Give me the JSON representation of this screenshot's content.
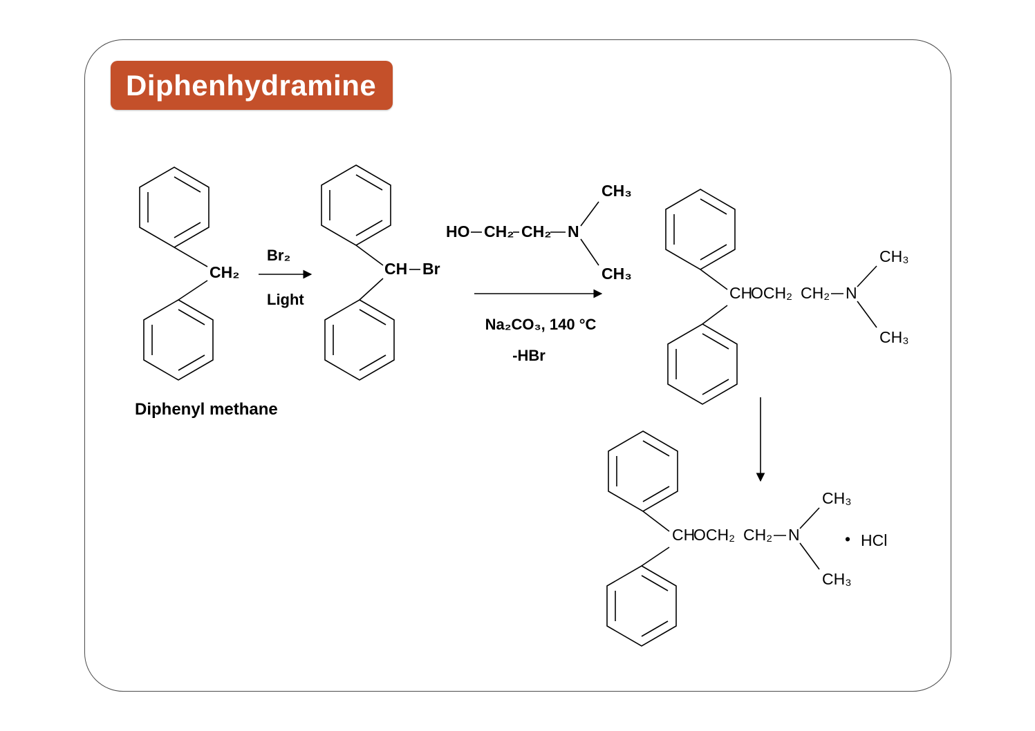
{
  "title": "Diphenhydramine",
  "colors": {
    "badge": "#C4502A",
    "badge_text": "#FFFFFF",
    "line": "#000000"
  },
  "molecules": {
    "diphenylmethane": {
      "bridge": "CH₂",
      "caption": "Diphenyl methane"
    },
    "benzhydryl_bromide": {
      "ch": "CH",
      "br": "Br"
    },
    "dimethylaminoethanol": {
      "ho": "HO",
      "ch2_a": "CH₂",
      "ch2_b": "CH₂",
      "n": "N",
      "ch3_top": "CH₃",
      "ch3_bottom": "CH₃"
    },
    "diphenhydramine_base": {
      "ch": "CH",
      "och2": "OCH₂",
      "ch2": "CH₂",
      "n": "N",
      "ch3_top": "CH₃",
      "ch3_bottom": "CH₃"
    },
    "diphenhydramine_hcl": {
      "ch": "CH",
      "och2": "OCH₂",
      "ch2": "CH₂",
      "n": "N",
      "ch3_top": "CH₃",
      "ch3_bottom": "CH₃",
      "dot": "•",
      "salt": "HCl"
    }
  },
  "steps": {
    "bromination": {
      "reagent": "Br₂",
      "condition": "Light"
    },
    "etherification": {
      "condition_line1": "Na₂CO₃, 140 °C",
      "condition_line2": "-HBr"
    }
  }
}
